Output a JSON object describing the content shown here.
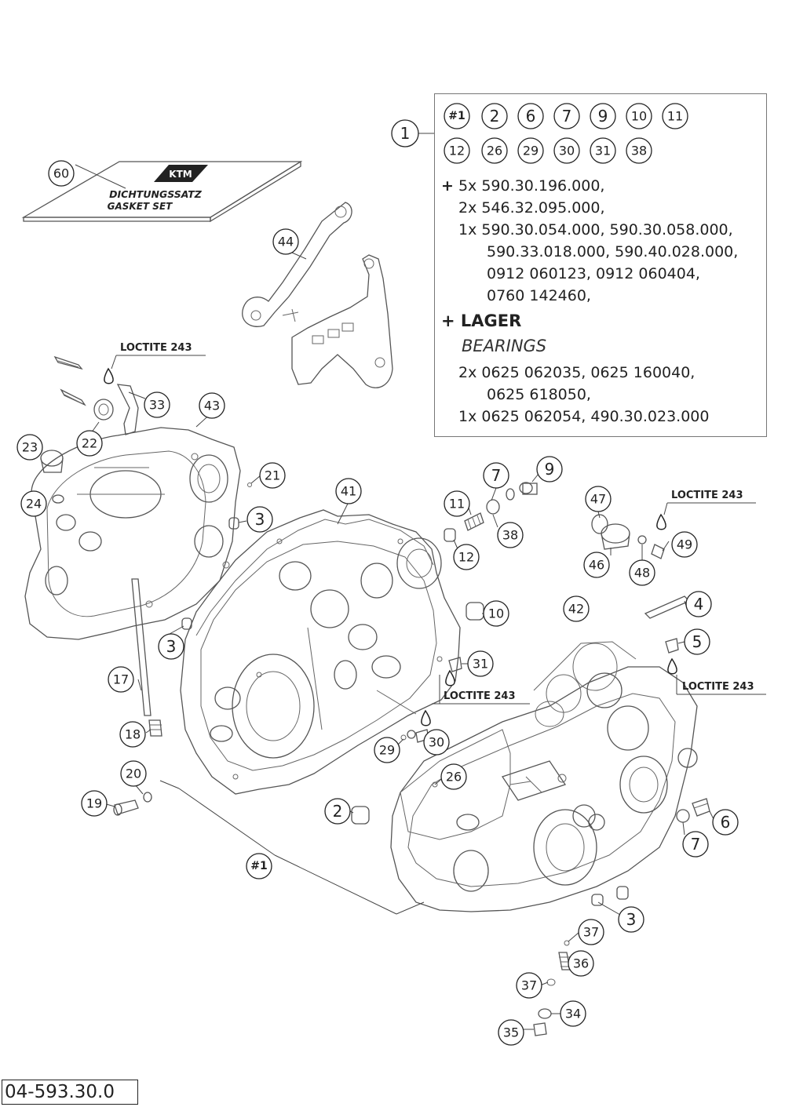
{
  "diagram": {
    "kit_box": {
      "callout": "1",
      "kit_refs_row1": [
        "#1",
        "2",
        "6",
        "7",
        "9",
        "10",
        "11"
      ],
      "kit_refs_row2": [
        "12",
        "26",
        "29",
        "30",
        "31",
        "38"
      ],
      "lines": [
        {
          "prefix": "+",
          "text": "5x 590.30.196.000,"
        },
        {
          "prefix": "",
          "text": "2x 546.32.095.000,"
        },
        {
          "prefix": "",
          "text": "1x 590.30.054.000, 590.30.058.000,"
        },
        {
          "prefix": "",
          "text": "590.33.018.000, 590.40.028.000,"
        },
        {
          "prefix": "",
          "text": "0912 060123, 0912 060404,"
        },
        {
          "prefix": "",
          "text": "0760 142460,"
        }
      ],
      "bearings_heading": "+ LAGER",
      "bearings_subheading": "BEARINGS",
      "bearing_lines": [
        "2x 0625 062035, 0625 160040,",
        "0625 618050,",
        "1x 0625 062054, 490.30.023.000"
      ]
    },
    "gasket_set": {
      "callout": "60",
      "line1": "DICHTUNGSSATZ",
      "line2": "GASKET SET"
    },
    "loctite_label": "LOCTITE 243",
    "callouts": [
      "44",
      "33",
      "43",
      "22",
      "23",
      "24",
      "21",
      "3",
      "41",
      "7",
      "9",
      "11",
      "38",
      "12",
      "47",
      "49",
      "46",
      "48",
      "10",
      "4",
      "5",
      "42",
      "31",
      "17",
      "18",
      "29",
      "30",
      "26",
      "2",
      "20",
      "19",
      "#1",
      "6",
      "37",
      "36",
      "34",
      "35"
    ],
    "document_number": "04-593.30.0"
  }
}
